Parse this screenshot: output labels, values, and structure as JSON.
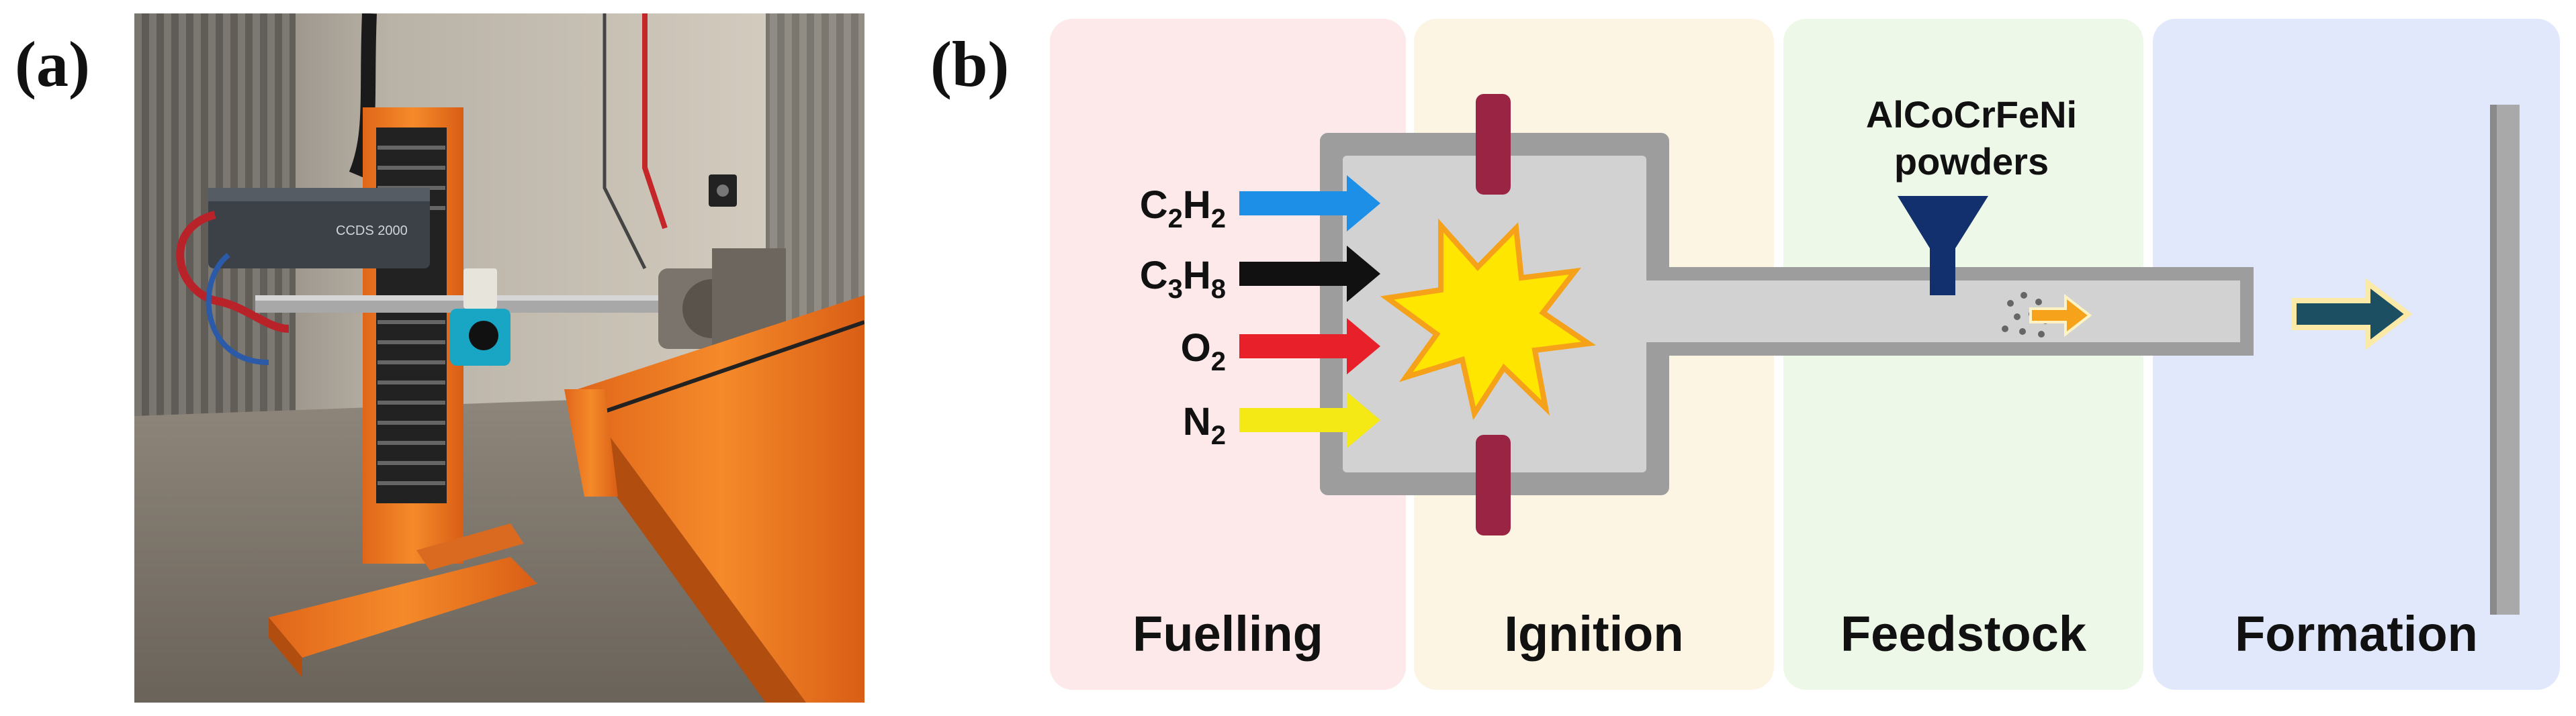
{
  "panels": {
    "a_label": "(a)",
    "b_label": "(b)"
  },
  "photo": {
    "machine_brand_text": "CCDS 2000",
    "colors": {
      "machine": "#f07a1a",
      "wall": "#cfc6b8",
      "floor": "#8a8378"
    }
  },
  "diagram": {
    "stages": [
      {
        "name": "Fuelling",
        "color": "#fde8ea"
      },
      {
        "name": "Ignition",
        "color": "#fdf5e4"
      },
      {
        "name": "Feedstock",
        "color": "#eef8e8"
      },
      {
        "name": "Formation",
        "color": "#e2e8fb"
      }
    ],
    "gases": [
      {
        "main": "C",
        "s1": "2",
        "mid": "H",
        "s2": "2",
        "color": "#1e8fe6"
      },
      {
        "main": "C",
        "s1": "3",
        "mid": "H",
        "s2": "8",
        "color": "#111111"
      },
      {
        "main": "O",
        "s1": "2",
        "mid": "",
        "s2": "",
        "color": "#e8202a"
      },
      {
        "main": "N",
        "s1": "2",
        "mid": "",
        "s2": "",
        "color": "#f5e915"
      }
    ],
    "powder_line1": "AlCoCrFeNi",
    "powder_line2": "powders",
    "colors": {
      "chamber_outer": "#9d9d9d",
      "chamber_inner": "#d2d2d2",
      "electrode": "#9a2444",
      "flame": "#ffe600",
      "flame_edge": "#f5a21a",
      "funnel": "#13306e",
      "particle_arrow": "#f7a21b",
      "exit_arrow": "#1d4f62",
      "substrate": "#a9a9a9"
    }
  }
}
